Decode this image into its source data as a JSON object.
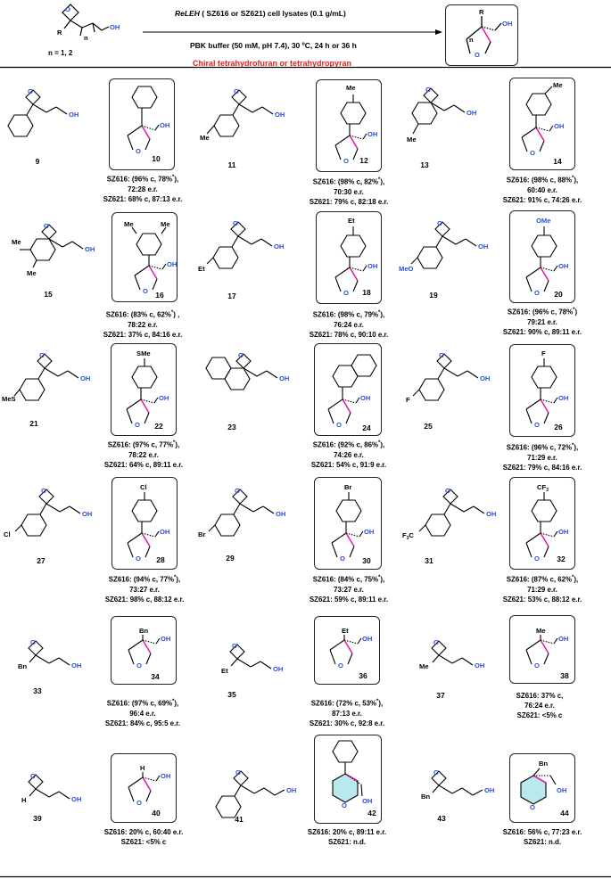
{
  "header": {
    "condition_line1_enzyme": "ReLEH",
    "condition_line1_rest": " ( SZ616 or SZ621) cell lysates (0.1 g/mL)",
    "condition_line2": "PBK buffer (50 mM, pH 7.4), 30 ºC, 24 h or 36 h",
    "n_values": "n = 1, 2",
    "title": "Chiral tetrahydrofuran or tetrahydropyran",
    "sub_R": "R",
    "sub_n": "n",
    "sub_OH": "OH",
    "sub_O": "O"
  },
  "colors": {
    "title_red": "#e0201b",
    "heteroatom_blue": "#2a4fd6",
    "stereo_bond_magenta": "#e61fa8",
    "pyran_fill_cyan": "#7fd6df"
  },
  "compounds": [
    {
      "substrate": "9",
      "product": "10",
      "substituent": "Ph",
      "results": [
        "SZ616: (96% c, 78%*),",
        "72:28 e.r.",
        "SZ621: 68% c, 87:13 e.r."
      ]
    },
    {
      "substrate": "11",
      "product": "12",
      "substituent": "Me",
      "results": [
        "SZ616: (98% c, 82%*),",
        "70:30 e.r.",
        "SZ621: 79% c, 82:18 e.r."
      ]
    },
    {
      "substrate": "13",
      "product": "14",
      "substituent": "Me",
      "results": [
        "SZ616: (98% c, 88%*),",
        "60:40 e.r.",
        "SZ621: 91% c, 74:26 e.r."
      ]
    },
    {
      "substrate": "15",
      "product": "16",
      "substituent": "Me",
      "results": [
        "SZ616: (83% c, 62%*) ,",
        "78:22 e.r.",
        "SZ621: 37% c, 84:16 e.r."
      ]
    },
    {
      "substrate": "17",
      "product": "18",
      "substituent": "Et",
      "results": [
        "SZ616: (98% c, 79%*),",
        "76:24 e.r.",
        "SZ621: 78% c, 90:10 e.r."
      ]
    },
    {
      "substrate": "19",
      "product": "20",
      "substituent": "MeO",
      "results": [
        "SZ616: (96% c, 78%*)",
        "79:21 e.r.",
        "SZ621: 90% c, 89:11 e.r."
      ]
    },
    {
      "substrate": "21",
      "product": "22",
      "substituent": "MeS",
      "results": [
        "SZ616: (97% c, 77%*),",
        "78:22 e.r.",
        "SZ621: 64% c, 89:11 e.r."
      ]
    },
    {
      "substrate": "23",
      "product": "24",
      "substituent": "2-naphthyl",
      "results": [
        "SZ616: (92% c, 86%*),",
        "74:26 e.r.",
        "SZ621: 54% c, 91:9 e.r."
      ]
    },
    {
      "substrate": "25",
      "product": "26",
      "substituent": "F",
      "results": [
        "SZ616: (96% c, 72%*),",
        "71:29 e.r.",
        "SZ621: 79% c, 84:16 e.r."
      ]
    },
    {
      "substrate": "27",
      "product": "28",
      "substituent": "Cl",
      "results": [
        "SZ616: (94% c, 77%*),",
        "73:27 e.r.",
        "SZ621: 98% c, 88:12 e.r."
      ]
    },
    {
      "substrate": "29",
      "product": "30",
      "substituent": "Br",
      "results": [
        "SZ616: (84% c, 75%*),",
        "73:27 e.r.",
        "SZ621: 59% c, 89:11 e.r."
      ]
    },
    {
      "substrate": "31",
      "product": "32",
      "substituent": "CF3",
      "results": [
        "SZ616: (87% c, 62%*),",
        "71:29 e.r.",
        "SZ621: 53% c, 88:12 e.r."
      ]
    },
    {
      "substrate": "33",
      "product": "34",
      "substituent": "Bn",
      "results": [
        "SZ616: (97% c, 69%*),",
        "96:4 e.r.",
        "SZ621: 84% c, 95:5 e.r."
      ]
    },
    {
      "substrate": "35",
      "product": "36",
      "substituent": "Et",
      "results": [
        "SZ616: (72% c, 53%*),",
        "87:13 e.r.",
        "SZ621: 30% c, 92:8 e.r."
      ]
    },
    {
      "substrate": "37",
      "product": "38",
      "substituent": "Me",
      "results": [
        "SZ616: 37% c,",
        "76:24 e.r.",
        "SZ621: <5% c"
      ]
    },
    {
      "substrate": "39",
      "product": "40",
      "substituent": "H",
      "results": [
        "SZ616: 20% c, 60:40 e.r.",
        "SZ621: <5% c"
      ]
    },
    {
      "substrate": "41",
      "product": "42",
      "substituent": "Ph",
      "results": [
        "SZ616: 20% c, 89:11 e.r.",
        "SZ621: n.d."
      ]
    },
    {
      "substrate": "43",
      "product": "44",
      "substituent": "Bn",
      "results": [
        "SZ616: 56% c, 77:23 e.r.",
        "SZ621: n.d."
      ]
    }
  ]
}
